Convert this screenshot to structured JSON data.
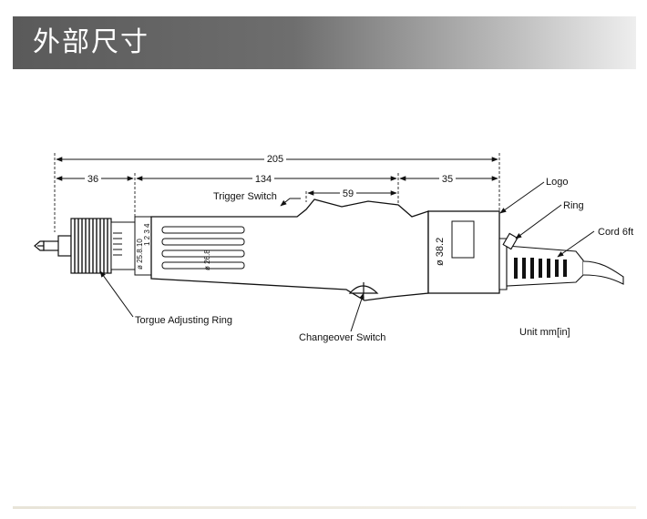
{
  "header": {
    "title": "外部尺寸"
  },
  "dimensions": {
    "overall": "205",
    "segment_left": "36",
    "segment_mid": "134",
    "segment_trigger": "59",
    "segment_right": "35"
  },
  "callouts": {
    "logo": "Logo",
    "ring": "Ring",
    "cord": "Cord 6ft",
    "trigger_switch": "Trigger Switch",
    "torque_ring": "Torgue Adjusting Ring",
    "changeover_switch": "Changeover Switch",
    "unit": "Unit  mm[in]"
  },
  "body_labels": {
    "grip_diameter": "ø 26.8",
    "rear_diameter": "ø 38.2",
    "nose_label": "ø 25.8.10",
    "nose_scale": "1 2 3 4"
  }
}
